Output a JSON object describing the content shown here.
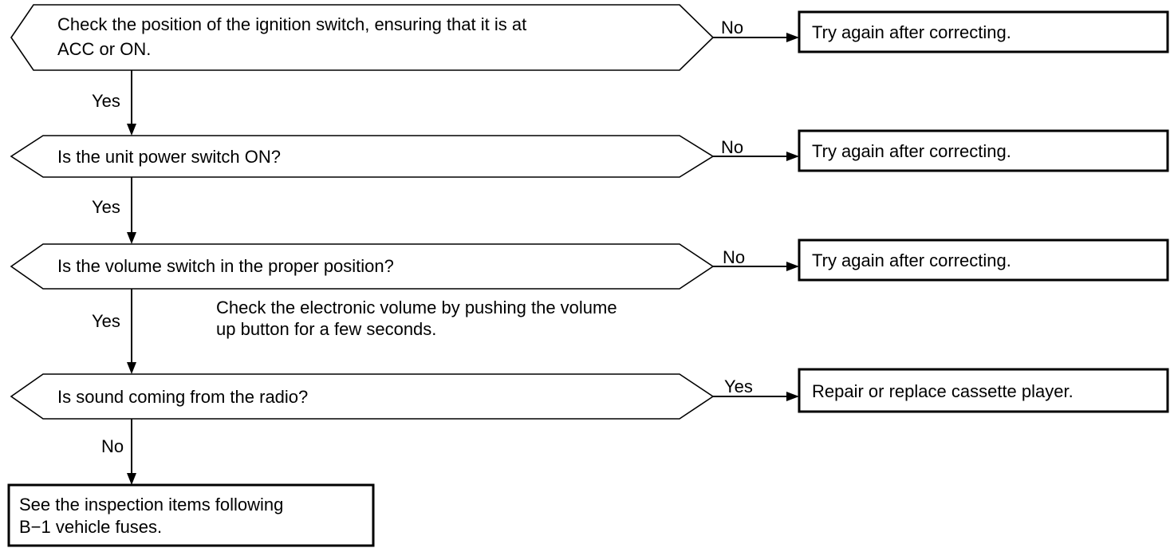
{
  "decisions": [
    {
      "lines": [
        "Check the position of the ignition switch, ensuring that it is at",
        "ACC or ON."
      ]
    },
    {
      "lines": [
        "Is the unit power switch ON?"
      ]
    },
    {
      "lines": [
        "Is the volume switch in the proper position?"
      ]
    },
    {
      "lines": [
        "Is sound coming from the radio?"
      ]
    }
  ],
  "branch_labels": {
    "d1_right": "No",
    "d1_down": "Yes",
    "d2_right": "No",
    "d2_down": "Yes",
    "d3_right": "No",
    "d3_down": "Yes",
    "d4_right": "Yes",
    "d4_down": "No"
  },
  "outcomes": [
    {
      "lines": [
        "Try again after correcting."
      ]
    },
    {
      "lines": [
        "Try again after correcting."
      ]
    },
    {
      "lines": [
        "Try again after correcting."
      ]
    },
    {
      "lines": [
        "Repair or replace cassette player."
      ]
    }
  ],
  "note": {
    "lines": [
      "Check the electronic volume by pushing the volume",
      "up button for a few seconds."
    ]
  },
  "final_box": {
    "lines": [
      "See the inspection items following",
      "B−1 vehicle fuses."
    ]
  }
}
